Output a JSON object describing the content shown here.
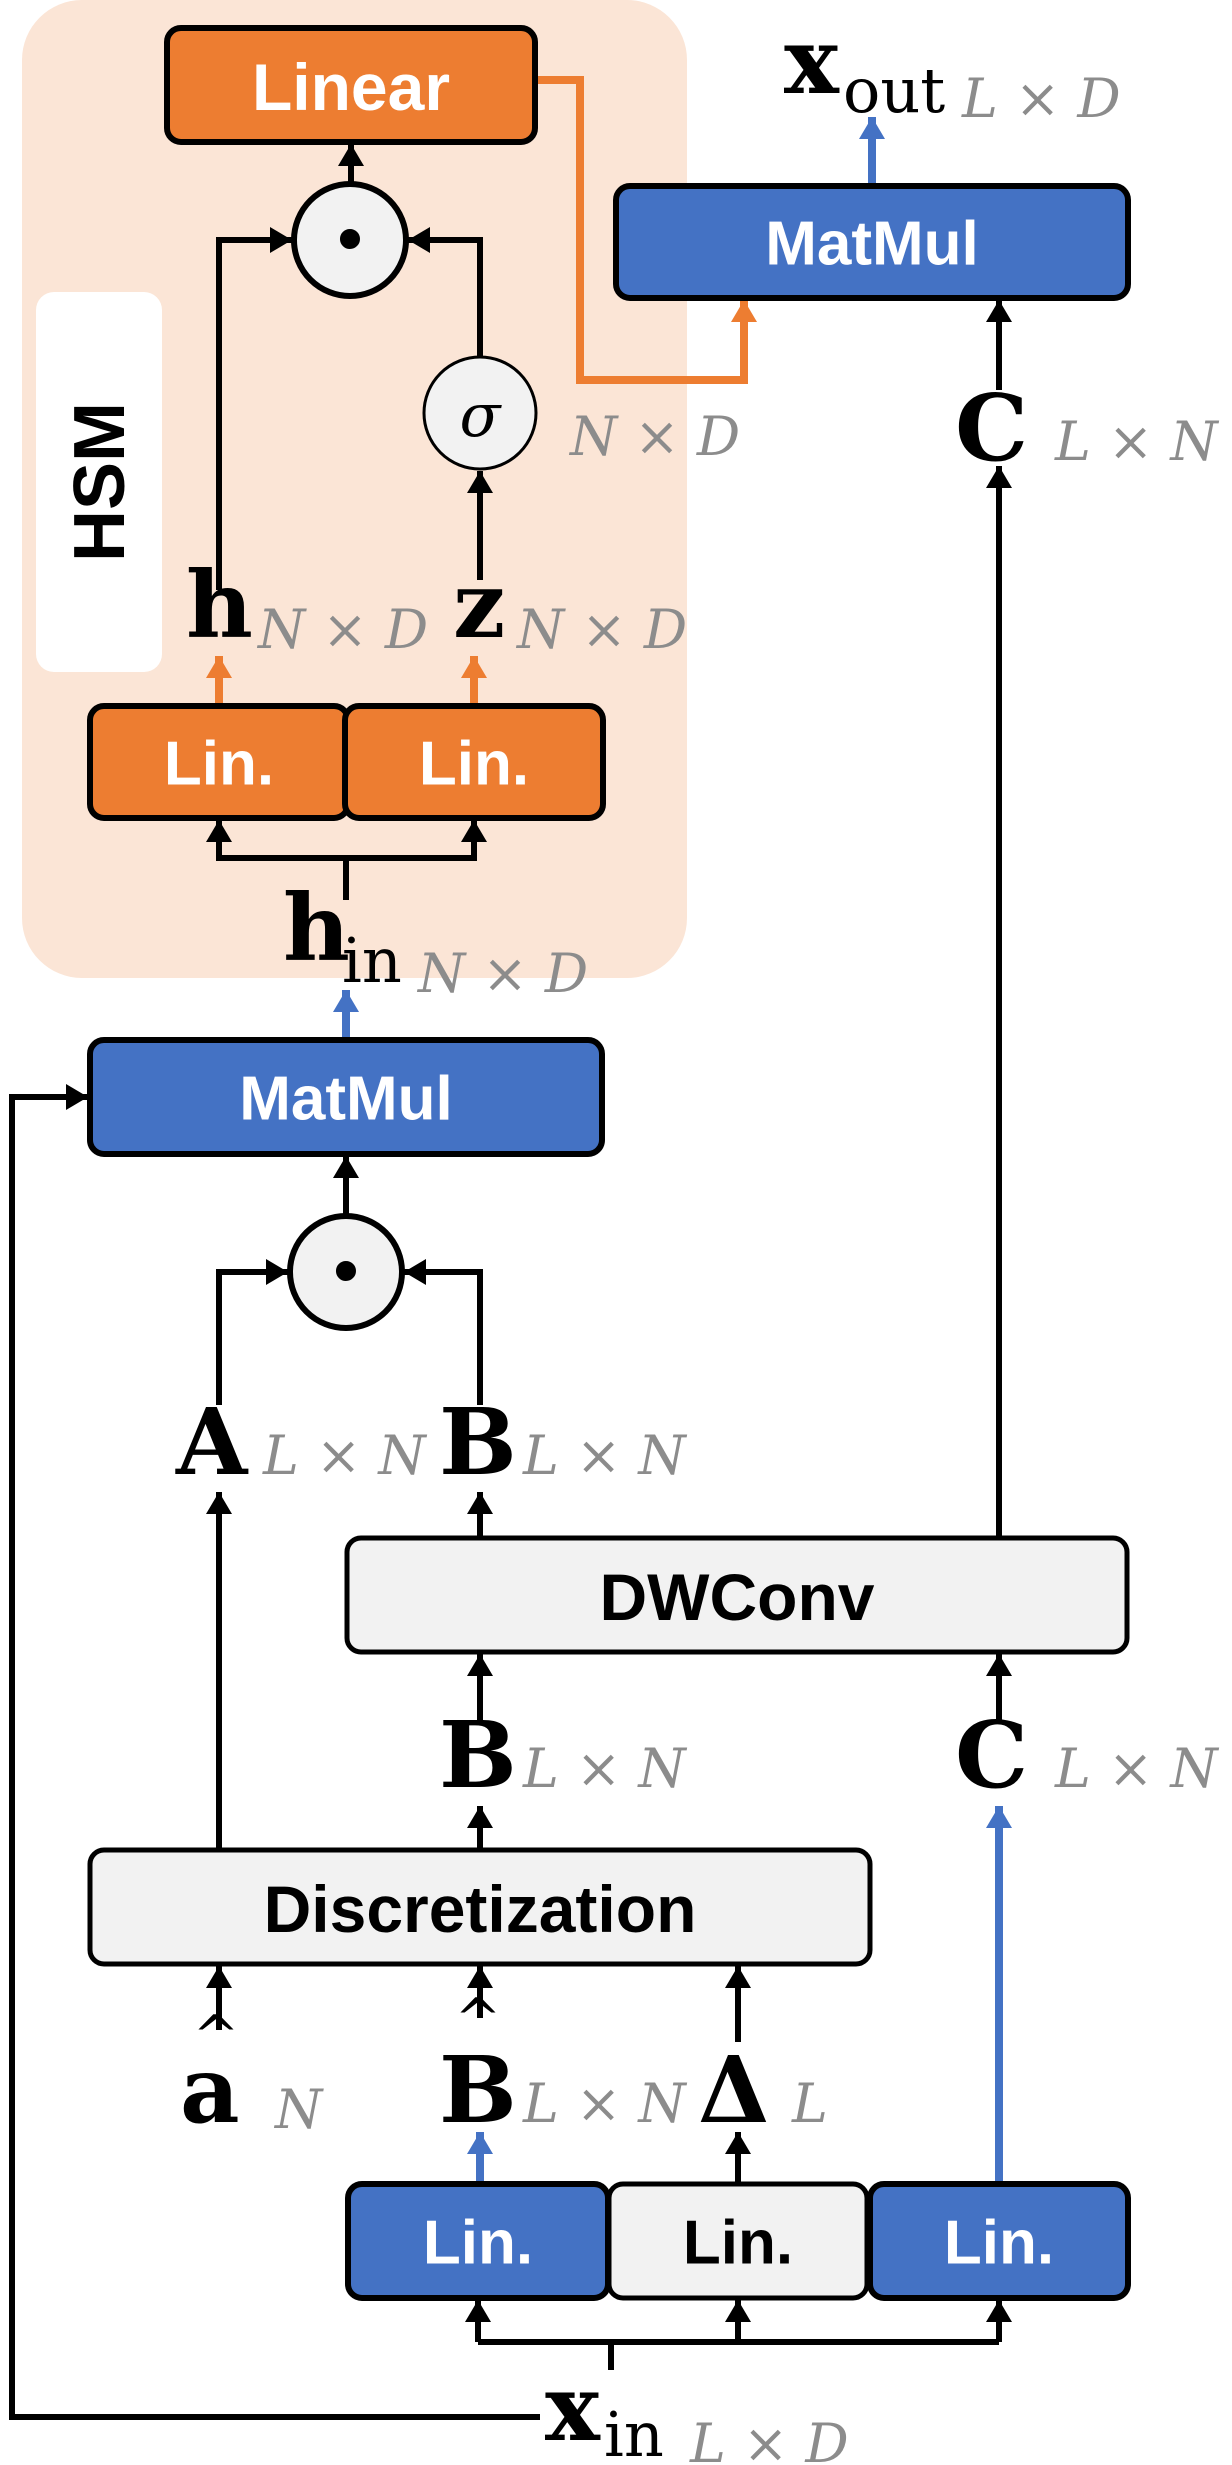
{
  "colors": {
    "orange": "#ed7d31",
    "blue": "#4472c4",
    "light_gray": "#f2f2f2",
    "hsm_background": "#fbe5d6",
    "stroke": "#000000",
    "dim_text": "#8c8c8c",
    "white": "#ffffff"
  },
  "hsm": {
    "title": "HSM",
    "linear_label": "Linear",
    "lin_left_label": "Lin.",
    "lin_right_label": "Lin.",
    "product_symbol": "•",
    "sigma_symbol": "σ",
    "sigma_dim": "N × D",
    "h_symbol": "h",
    "h_dim": "N × D",
    "z_symbol": "z",
    "z_dim": "N × D"
  },
  "top": {
    "matmul_label": "MatMul",
    "x_out_symbol": "x",
    "x_out_sub": "out",
    "x_out_dim": "L × D",
    "c_symbol": "C",
    "c_dim": "L × N"
  },
  "middle": {
    "h_in_symbol": "h",
    "h_in_sub": "in",
    "h_in_dim": "N × D",
    "matmul_label": "MatMul",
    "product_symbol": "•",
    "a_symbol": "A",
    "a_dim": "L × N",
    "b_symbol": "B",
    "b_dim": "L × N",
    "dwconv_label": "DWConv",
    "b2_symbol": "B",
    "b2_dim": "L × N",
    "c2_symbol": "C",
    "c2_dim": "L × N"
  },
  "bottom": {
    "discretization_label": "Discretization",
    "a_hat_symbol": "a",
    "a_hat_dim": "N",
    "b_hat_symbol": "B",
    "b_hat_dim": "L × N",
    "delta_symbol": "Δ",
    "delta_dim": "L",
    "lin_b_label": "Lin.",
    "lin_delta_label": "Lin.",
    "lin_c_label": "Lin.",
    "x_in_symbol": "x",
    "x_in_sub": "in",
    "x_in_dim": "L × D"
  }
}
